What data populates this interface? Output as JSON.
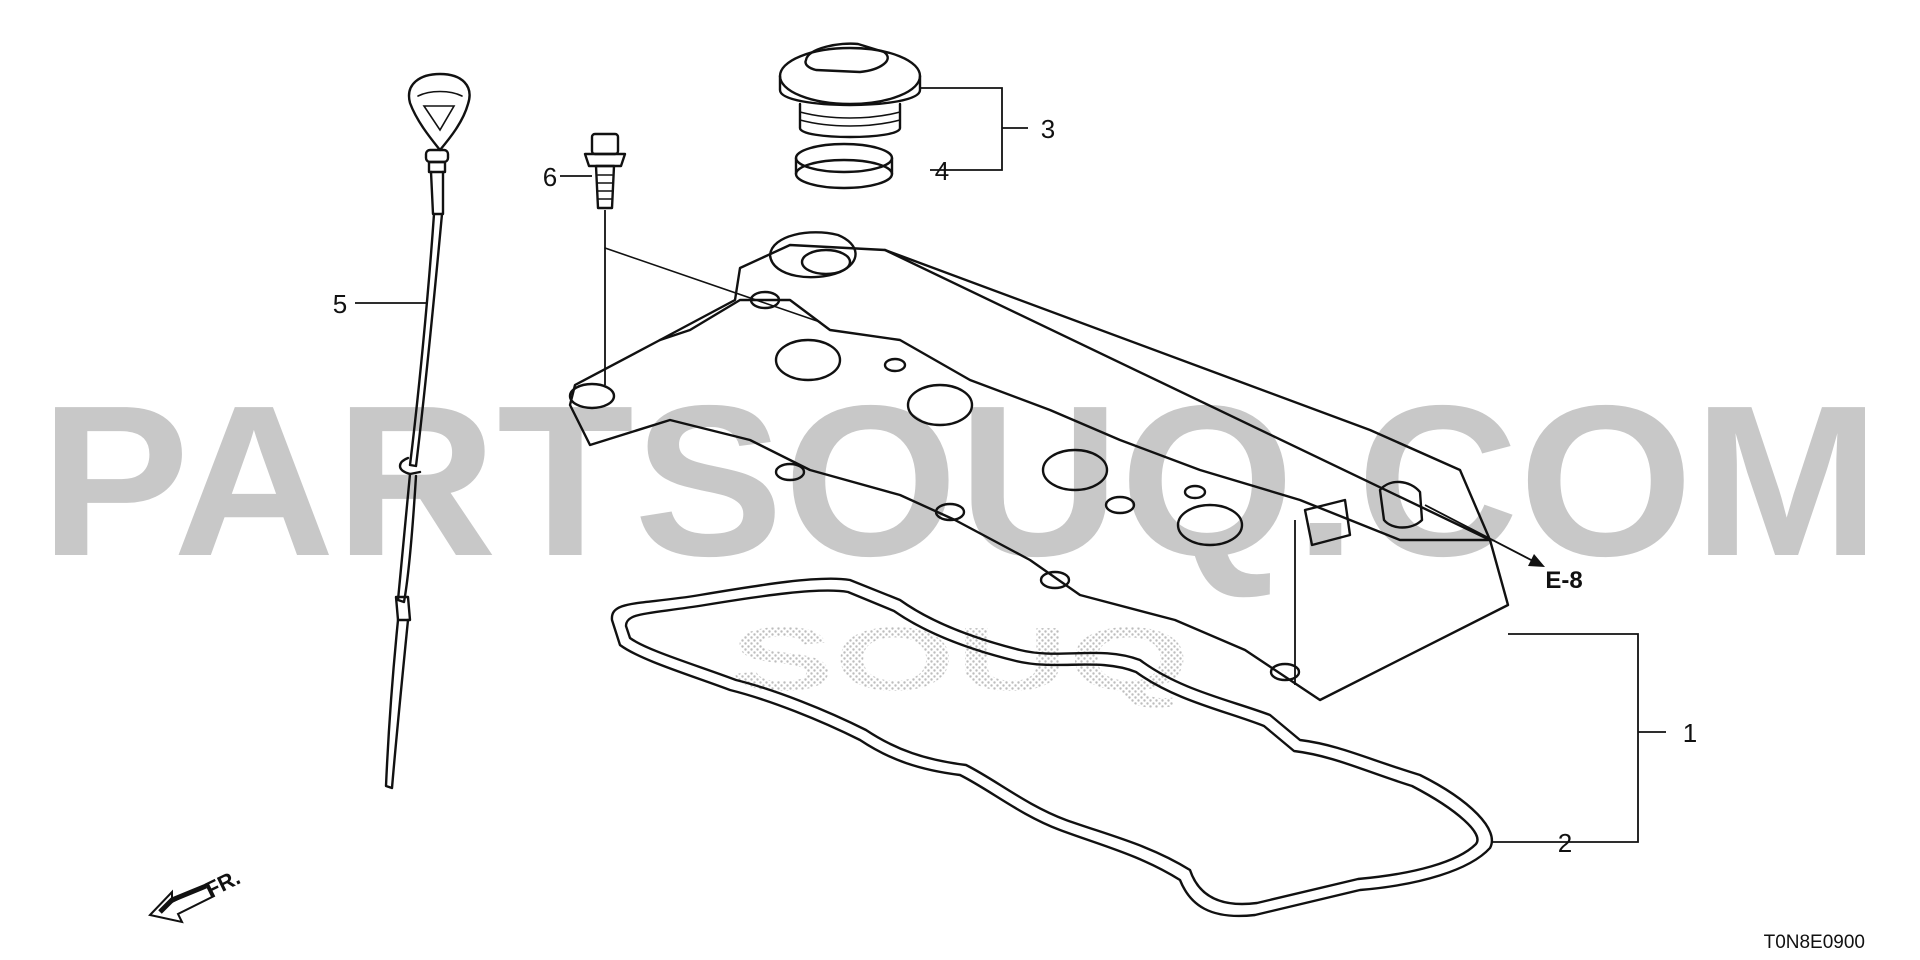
{
  "diagram": {
    "watermark": {
      "main": "PARTSOUQ.COM",
      "sub": "SOUQ"
    },
    "reference_code": "T0N8E0900",
    "ref_arrow_label": "E-8",
    "direction_label": "FR.",
    "callouts": [
      {
        "id": "1",
        "text": "1"
      },
      {
        "id": "2",
        "text": "2"
      },
      {
        "id": "3",
        "text": "3"
      },
      {
        "id": "4",
        "text": "4"
      },
      {
        "id": "5",
        "text": "5"
      },
      {
        "id": "6",
        "text": "6"
      }
    ],
    "parts": [
      {
        "number": "1",
        "icon": "cylinder-head-cover-icon"
      },
      {
        "number": "2",
        "icon": "head-cover-gasket-icon"
      },
      {
        "number": "3",
        "icon": "oil-filler-cap-icon"
      },
      {
        "number": "4",
        "icon": "cap-seal-ring-icon"
      },
      {
        "number": "5",
        "icon": "oil-dipstick-icon"
      },
      {
        "number": "6",
        "icon": "flange-bolt-icon"
      }
    ]
  }
}
